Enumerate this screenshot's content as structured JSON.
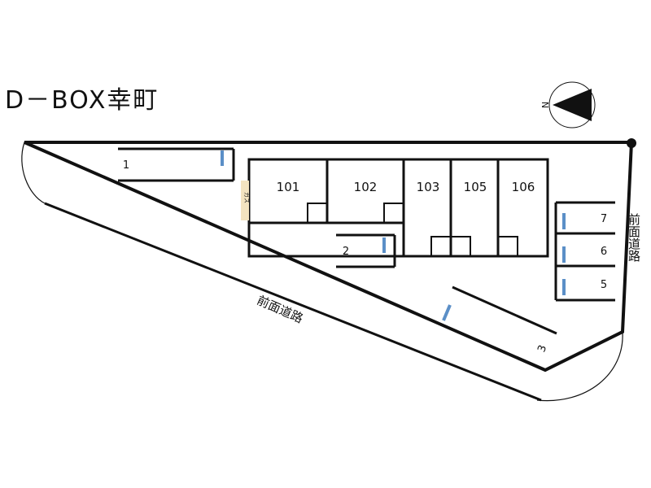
{
  "title": "D－BOX幸町",
  "compass": {
    "label": "N",
    "icon": "north-arrow-icon"
  },
  "units": [
    "101",
    "102",
    "103",
    "105",
    "106"
  ],
  "parking": [
    "1",
    "2",
    "3",
    "5",
    "6",
    "7"
  ],
  "roads": {
    "front_road_bottom": "前面道路",
    "front_road_right": "前面道路"
  },
  "gas_meter": "ガス",
  "colors": {
    "line": "#111111",
    "parking_marker": "#5b8fc7",
    "gas_box": "#f3e3c0"
  }
}
